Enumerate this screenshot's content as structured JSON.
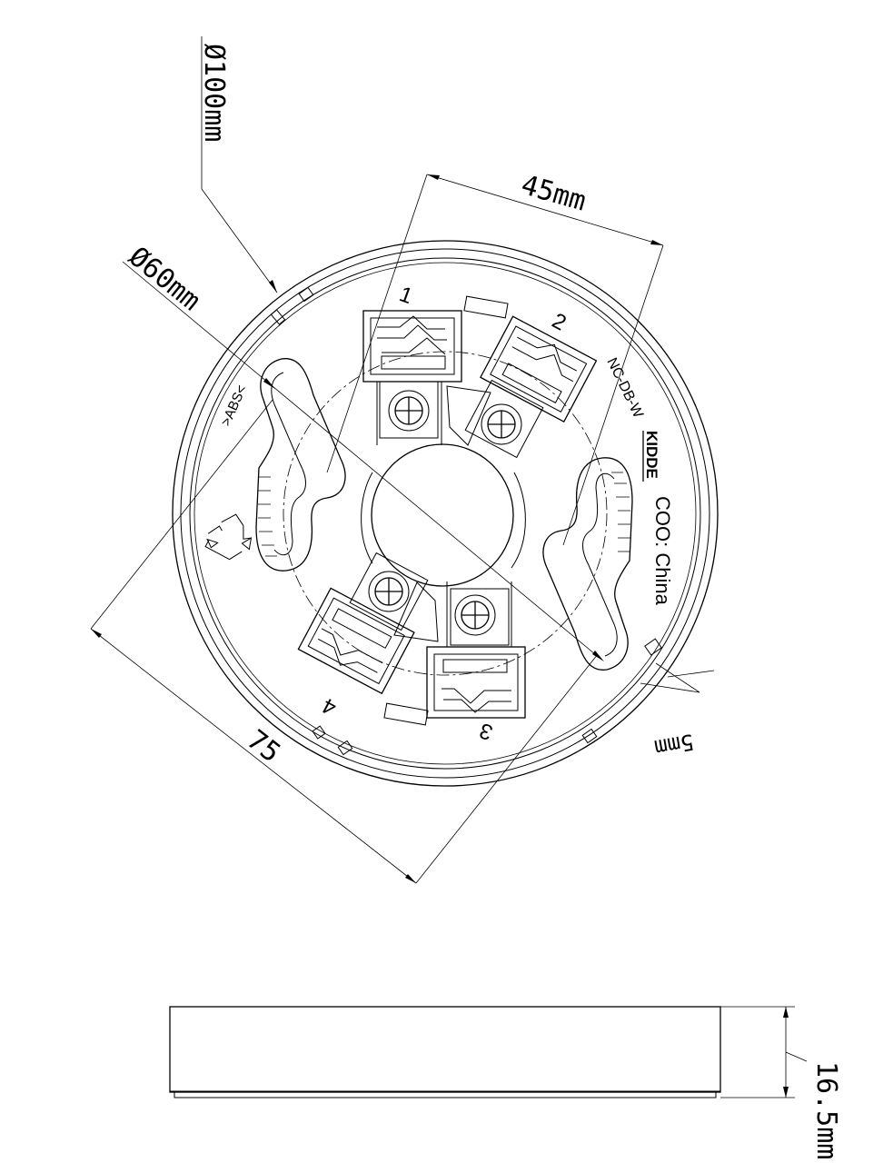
{
  "dimensions": {
    "outer_diameter": "Ø100mm",
    "inner_diameter": "Ø60mm",
    "terminal_spacing": "45mm",
    "mounting_spacing": "75",
    "rim_offset": "5mm",
    "height": "16.5mm"
  },
  "markings": {
    "model": "NC-DB-W",
    "brand": "KIDDE",
    "origin": "COO: China",
    "material": ">ABS<"
  },
  "terminals": {
    "t1": "1",
    "t2": "2",
    "t3": "3",
    "t4": "4"
  }
}
